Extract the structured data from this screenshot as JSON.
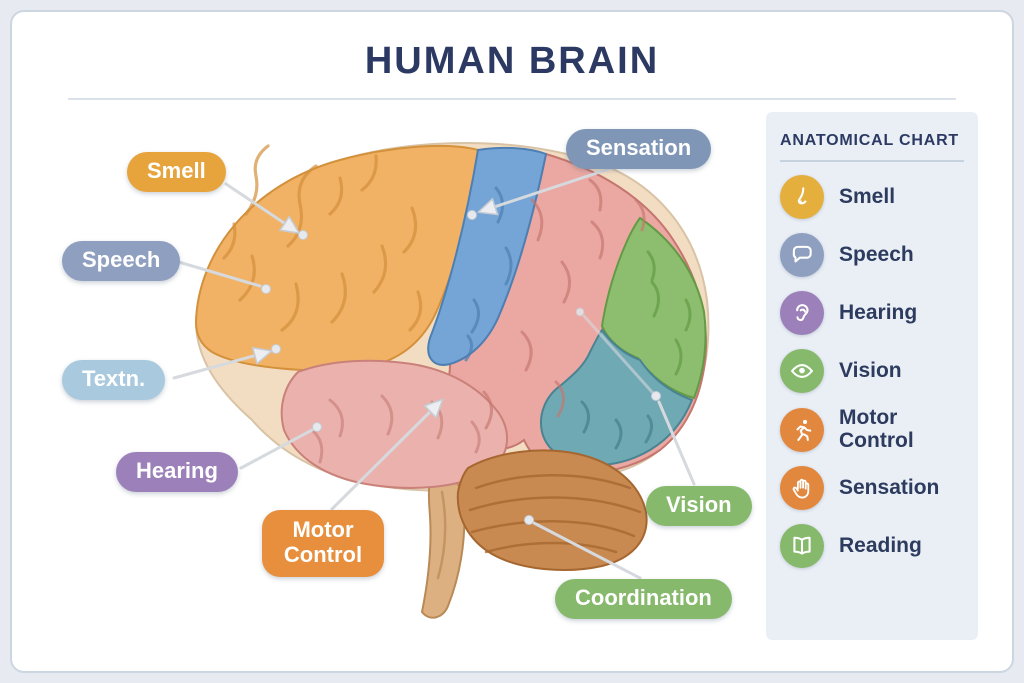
{
  "page": {
    "title": "HUMAN BRAIN"
  },
  "legend": {
    "heading": "ANATOMICAL CHART",
    "items": [
      {
        "label": "Smell",
        "icon": "nose-icon",
        "color": "#e4af3d"
      },
      {
        "label": "Speech",
        "icon": "speech-bubble-icon",
        "color": "#8f9fc0"
      },
      {
        "label": "Hearing",
        "icon": "ear-icon",
        "color": "#9c80ba"
      },
      {
        "label": "Vision",
        "icon": "eye-icon",
        "color": "#86b96b"
      },
      {
        "label": "Motor Control",
        "icon": "running-person-icon",
        "color": "#e2873e"
      },
      {
        "label": "Sensation",
        "icon": "raised-hand-icon",
        "color": "#e2873e"
      },
      {
        "label": "Reading",
        "icon": "open-book-icon",
        "color": "#86b96b"
      }
    ]
  },
  "labels": [
    {
      "text": "Smell",
      "color": "#e7a43c",
      "target": "frontal-lobe"
    },
    {
      "text": "Speech",
      "color": "#8f9fc0",
      "target": "frontal-lobe"
    },
    {
      "text": "Textn.",
      "color": "#a9cade",
      "target": "frontal-lobe"
    },
    {
      "text": "Hearing",
      "color": "#9c80ba",
      "target": "temporal-lobe"
    },
    {
      "text": "Motor Control",
      "color": "#e78f3d",
      "target": "parietal-region"
    },
    {
      "text": "Sensation",
      "color": "#7f96b6",
      "target": "sensory-strip"
    },
    {
      "text": "Vision",
      "color": "#86b96b",
      "target": "occipital-region"
    },
    {
      "text": "Coordination",
      "color": "#86b96b",
      "target": "cerebellum"
    }
  ],
  "brain": {
    "silhouette": "#f3ddc2",
    "frontal": "#f1b266",
    "sensory_strip": "#74a5d6",
    "parietal": "#eba8a2",
    "occipital_green": "#8dbe6f",
    "occipital_teal": "#6fa9b4",
    "temporal": "#ebb1ac",
    "cerebellum": "#c98a52",
    "brainstem": "#ddb082"
  }
}
